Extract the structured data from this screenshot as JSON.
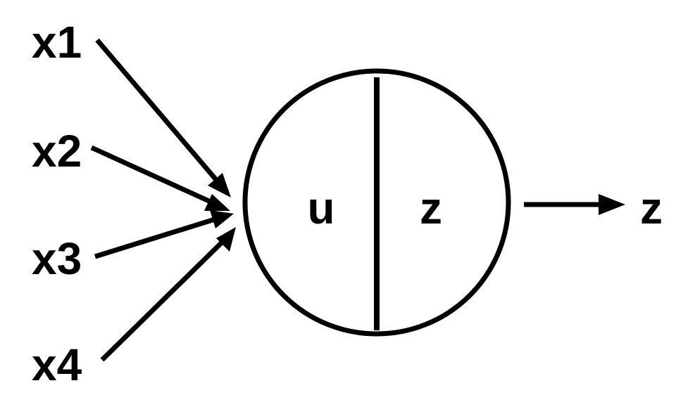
{
  "inputs": [
    {
      "label": "x1"
    },
    {
      "label": "x2"
    },
    {
      "label": "x3"
    },
    {
      "label": "x4"
    }
  ],
  "neuron": {
    "left_label": "u",
    "right_label": "z"
  },
  "output": {
    "label": "z"
  },
  "colors": {
    "stroke": "#000000",
    "background": "#ffffff"
  }
}
